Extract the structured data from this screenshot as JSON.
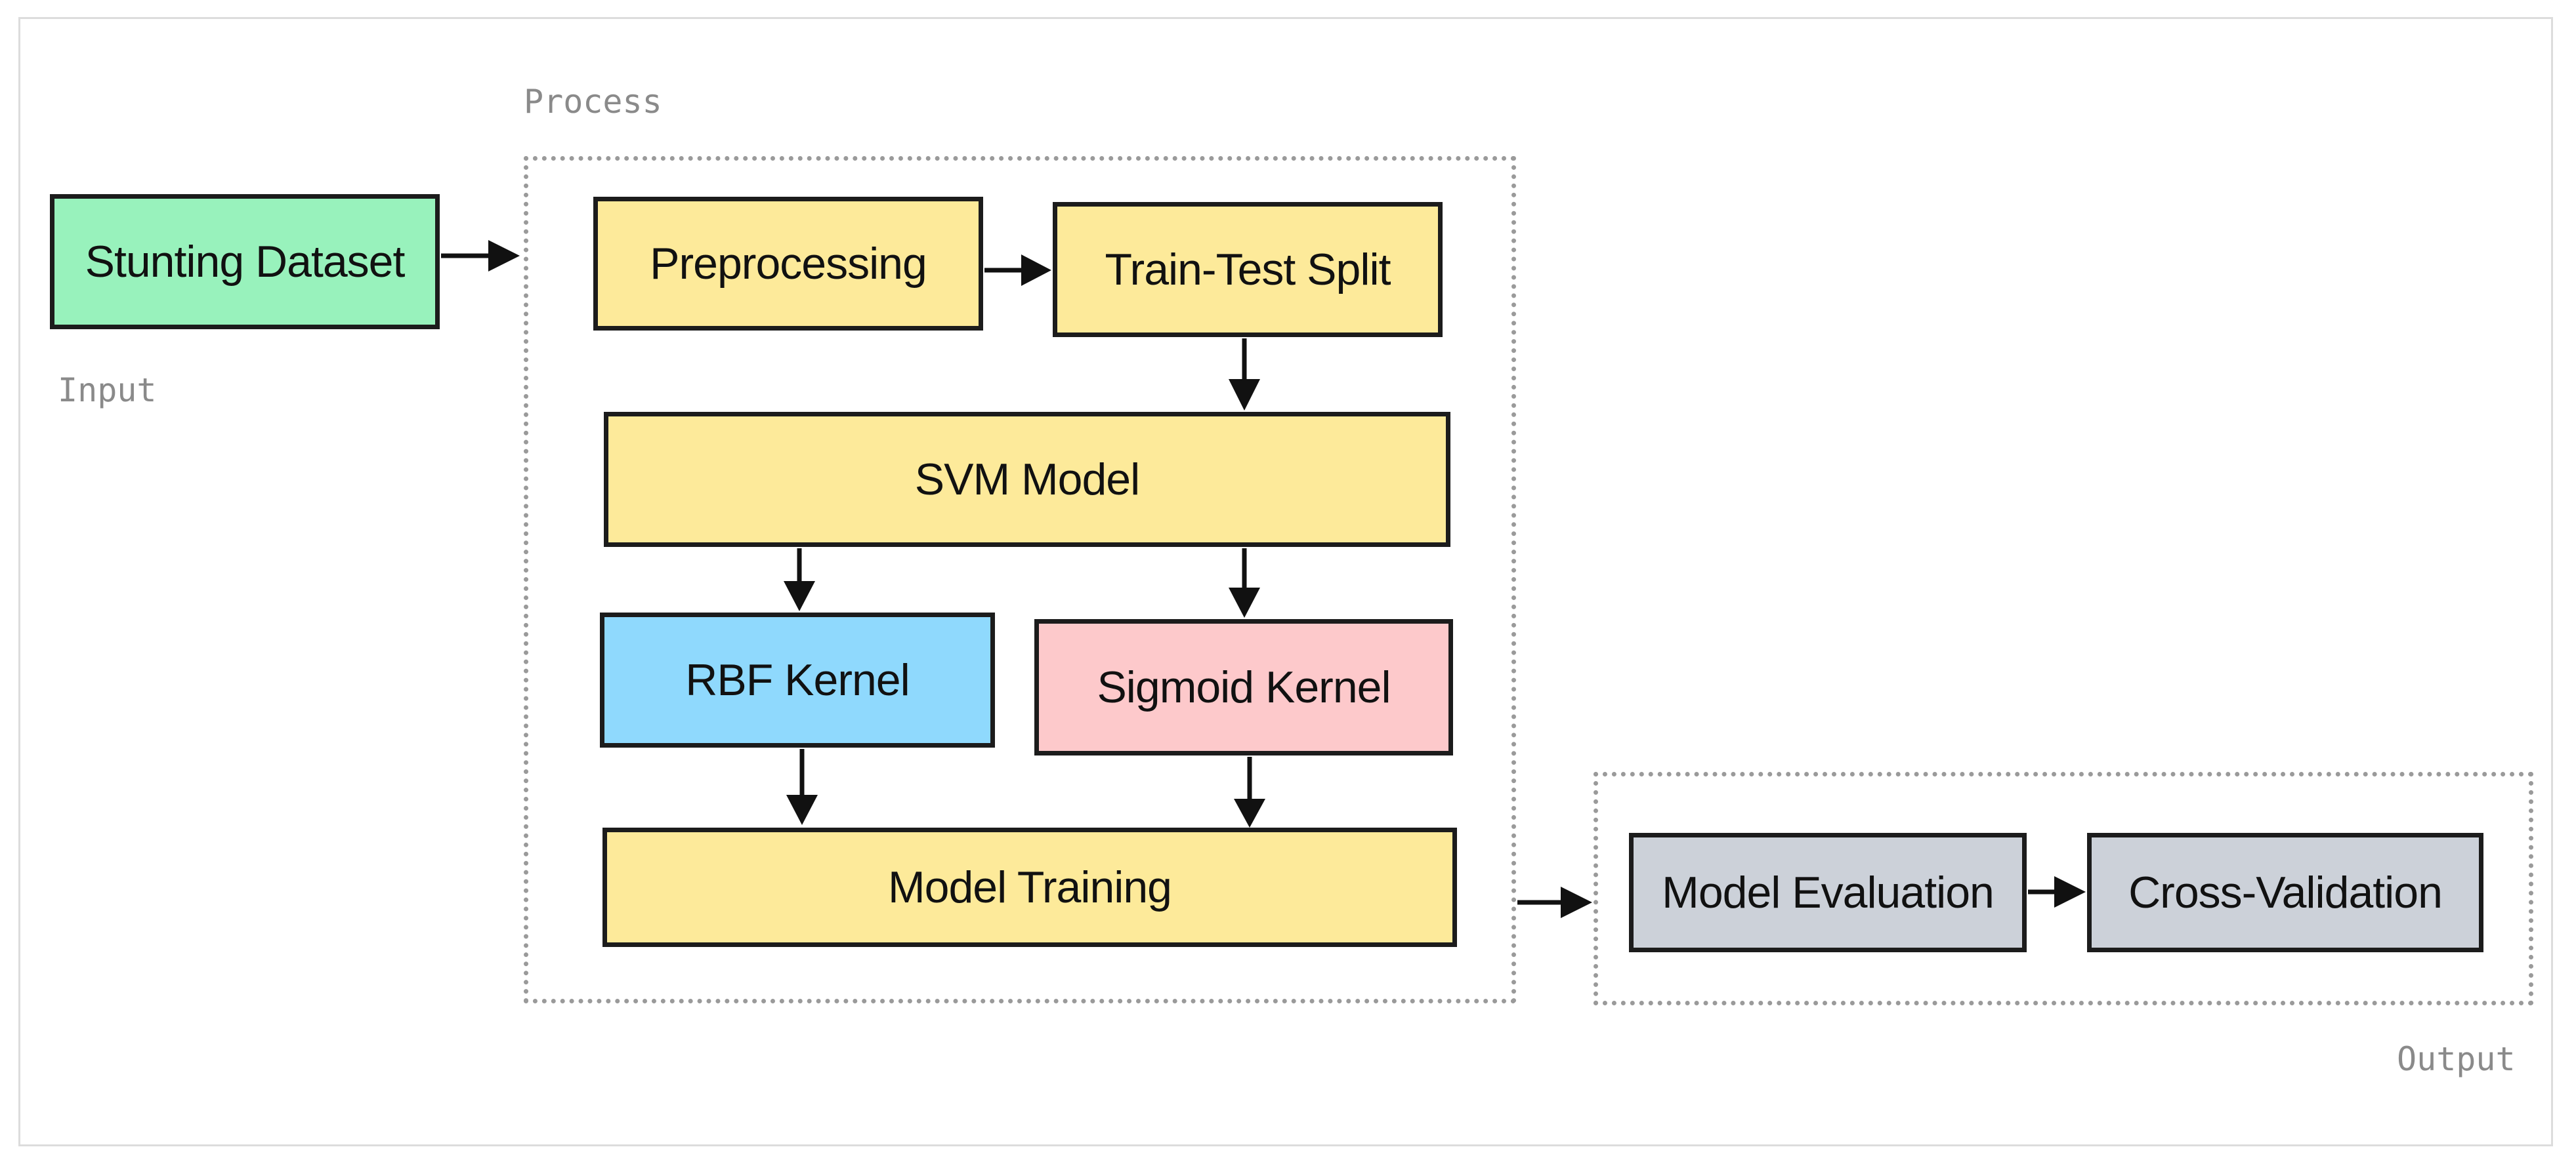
{
  "groups": {
    "input": "Input",
    "process": "Process",
    "output": "Output"
  },
  "nodes": {
    "stunting_dataset": "Stunting Dataset",
    "preprocessing": "Preprocessing",
    "train_test_split": "Train-Test Split",
    "svm_model": "SVM Model",
    "rbf_kernel": "RBF Kernel",
    "sigmoid_kernel": "Sigmoid Kernel",
    "model_training": "Model Training",
    "model_evaluation": "Model Evaluation",
    "cross_validation": "Cross-Validation"
  },
  "colors": {
    "input_fill": "#98f2bc",
    "process_fill": "#fdea9a",
    "rbf_fill": "#8fd9fd",
    "sigmoid_fill": "#fdc9cb",
    "output_fill": "#ccd1d9"
  },
  "edges": [
    [
      "stunting_dataset",
      "process"
    ],
    [
      "preprocessing",
      "train_test_split"
    ],
    [
      "train_test_split",
      "svm_model"
    ],
    [
      "svm_model",
      "rbf_kernel"
    ],
    [
      "svm_model",
      "sigmoid_kernel"
    ],
    [
      "rbf_kernel",
      "model_training"
    ],
    [
      "sigmoid_kernel",
      "model_training"
    ],
    [
      "model_training",
      "output"
    ],
    [
      "model_evaluation",
      "cross_validation"
    ]
  ]
}
